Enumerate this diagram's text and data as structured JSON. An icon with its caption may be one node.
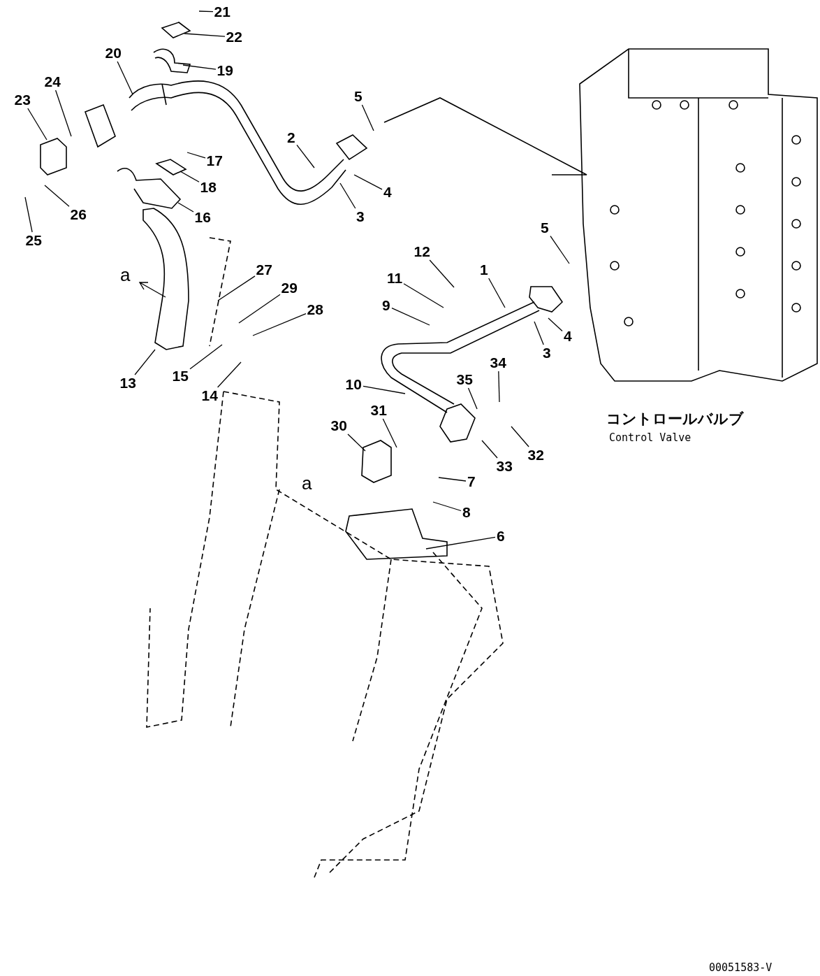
{
  "diagram": {
    "nodes": [
      {
        "text": [
          "21"
        ]
      },
      {
        "text": [
          "22"
        ]
      },
      {
        "text": [
          "20"
        ]
      },
      {
        "text": [
          "19"
        ]
      },
      {
        "text": [
          "24"
        ]
      },
      {
        "text": [
          "23"
        ]
      },
      {
        "text": [
          "5"
        ]
      },
      {
        "text": [
          "2"
        ]
      },
      {
        "text": [
          "17"
        ]
      },
      {
        "text": [
          "18"
        ]
      },
      {
        "text": [
          "4"
        ]
      },
      {
        "text": [
          "26"
        ]
      },
      {
        "text": [
          "16"
        ]
      },
      {
        "text": [
          "3"
        ]
      },
      {
        "text": [
          "25"
        ]
      },
      {
        "text": [
          "5"
        ]
      },
      {
        "text": [
          "12"
        ]
      },
      {
        "text": [
          "27"
        ]
      },
      {
        "text": [
          "1"
        ]
      },
      {
        "text": [
          "11"
        ]
      },
      {
        "text": [
          "29"
        ]
      },
      {
        "text": [
          "28"
        ]
      },
      {
        "text": [
          "9"
        ]
      },
      {
        "text": [
          "4"
        ]
      },
      {
        "text": [
          "3"
        ]
      },
      {
        "text": [
          "13"
        ]
      },
      {
        "text": [
          "34"
        ]
      },
      {
        "text": [
          "15"
        ]
      },
      {
        "text": [
          "10"
        ]
      },
      {
        "text": [
          "35"
        ]
      },
      {
        "text": [
          "14"
        ]
      },
      {
        "text": [
          "31"
        ]
      },
      {
        "text": [
          "30"
        ]
      },
      {
        "text": [
          "32"
        ]
      },
      {
        "text": [
          "33"
        ]
      },
      {
        "text": [
          "7"
        ]
      },
      {
        "text": [
          "8"
        ]
      },
      {
        "text": [
          "6"
        ]
      }
    ],
    "edges": [
      {
        "from": 0,
        "to": null,
        "arrow": "none"
      },
      {
        "from": 1,
        "to": null,
        "arrow": "none"
      },
      {
        "from": 2,
        "to": null,
        "arrow": "none"
      },
      {
        "from": 3,
        "to": null,
        "arrow": "none"
      },
      {
        "from": 4,
        "to": null,
        "arrow": "none"
      },
      {
        "from": 5,
        "to": null,
        "arrow": "none"
      },
      {
        "from": 6,
        "to": null,
        "arrow": "none"
      },
      {
        "from": 7,
        "to": null,
        "arrow": "none"
      },
      {
        "from": 8,
        "to": null,
        "arrow": "none"
      },
      {
        "from": 9,
        "to": null,
        "arrow": "none"
      },
      {
        "from": 10,
        "to": null,
        "arrow": "none"
      },
      {
        "from": 11,
        "to": null,
        "arrow": "none"
      },
      {
        "from": 12,
        "to": null,
        "arrow": "none"
      },
      {
        "from": 13,
        "to": null,
        "arrow": "none"
      },
      {
        "from": 14,
        "to": null,
        "arrow": "none"
      },
      {
        "from": 15,
        "to": null,
        "arrow": "none"
      },
      {
        "from": 16,
        "to": null,
        "arrow": "none"
      },
      {
        "from": 17,
        "to": null,
        "arrow": "none"
      },
      {
        "from": 18,
        "to": null,
        "arrow": "none"
      },
      {
        "from": 19,
        "to": null,
        "arrow": "none"
      },
      {
        "from": 20,
        "to": null,
        "arrow": "none"
      },
      {
        "from": 21,
        "to": null,
        "arrow": "none"
      },
      {
        "from": 22,
        "to": null,
        "arrow": "none"
      },
      {
        "from": 23,
        "to": null,
        "arrow": "none"
      },
      {
        "from": 24,
        "to": null,
        "arrow": "none"
      },
      {
        "from": 25,
        "to": null,
        "arrow": "none"
      },
      {
        "from": 26,
        "to": null,
        "arrow": "none"
      },
      {
        "from": 27,
        "to": null,
        "arrow": "none"
      },
      {
        "from": 28,
        "to": null,
        "arrow": "none"
      },
      {
        "from": 29,
        "to": null,
        "arrow": "none"
      },
      {
        "from": 30,
        "to": null,
        "arrow": "none"
      },
      {
        "from": 31,
        "to": null,
        "arrow": "none"
      },
      {
        "from": 32,
        "to": null,
        "arrow": "none"
      },
      {
        "from": 33,
        "to": null,
        "arrow": "none"
      },
      {
        "from": 34,
        "to": null,
        "arrow": "none"
      },
      {
        "from": 35,
        "to": null,
        "arrow": "none"
      },
      {
        "from": 36,
        "to": null,
        "arrow": "none"
      },
      {
        "from": 37,
        "to": null,
        "arrow": "none"
      }
    ],
    "labels": [
      "a",
      "a",
      "コントロールバルブ",
      "Control Valve",
      "00051583-V"
    ]
  }
}
